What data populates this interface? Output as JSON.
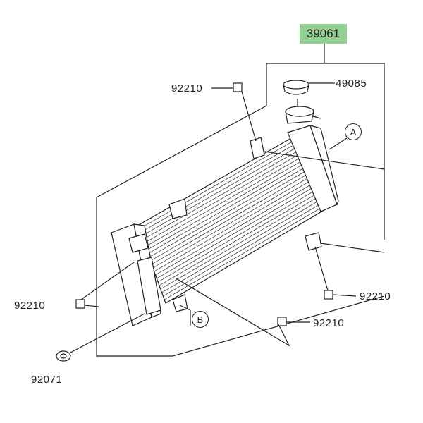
{
  "diagram": {
    "assembly_part": "39061",
    "parts": {
      "cap": "49085",
      "clip_top": "92210",
      "clip_left": "92210",
      "clip_right": "92210",
      "clip_bottom": "92210",
      "grommet": "92071"
    },
    "refs": {
      "a": "A",
      "b": "B"
    },
    "colors": {
      "highlight": "#92cf92",
      "line": "#222222"
    }
  }
}
